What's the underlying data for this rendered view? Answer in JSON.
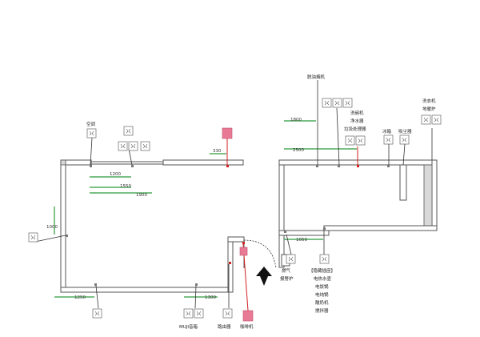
{
  "labels": {
    "air_conditioner": "空调",
    "range_hood": "脱油烟机",
    "dishwasher_group": [
      "洗碗机",
      "净水器",
      "垃圾处理器"
    ],
    "fridge": "冰箱",
    "vent": "吸尘器",
    "dryer_group": [
      "洗衣机",
      "地暖炉"
    ],
    "muji_speaker": "MUJI音箱",
    "router": "路由器",
    "coffee_machine": "咖啡机",
    "gas_meter": [
      "燃气",
      "报警炉"
    ],
    "appliance_list": [
      "【隐藏插座】",
      "电热水壶",
      "电饭锅",
      "电炖锅",
      "酸奶机",
      "搅拌器"
    ]
  },
  "dimensions": {
    "d_1200": "1200",
    "d_1550": "1550",
    "d_1900": "1900",
    "d_330": "330",
    "d_1000": "1000",
    "d_1250": "1250",
    "d_1300": "1300",
    "d_1800": "1800",
    "d_2500": "2500",
    "d_1050": "1050"
  },
  "colors": {
    "wall": "#555555",
    "dimension": "#2a9a3a",
    "highlight": "#d02020",
    "pink_marker": "#e87a95"
  }
}
